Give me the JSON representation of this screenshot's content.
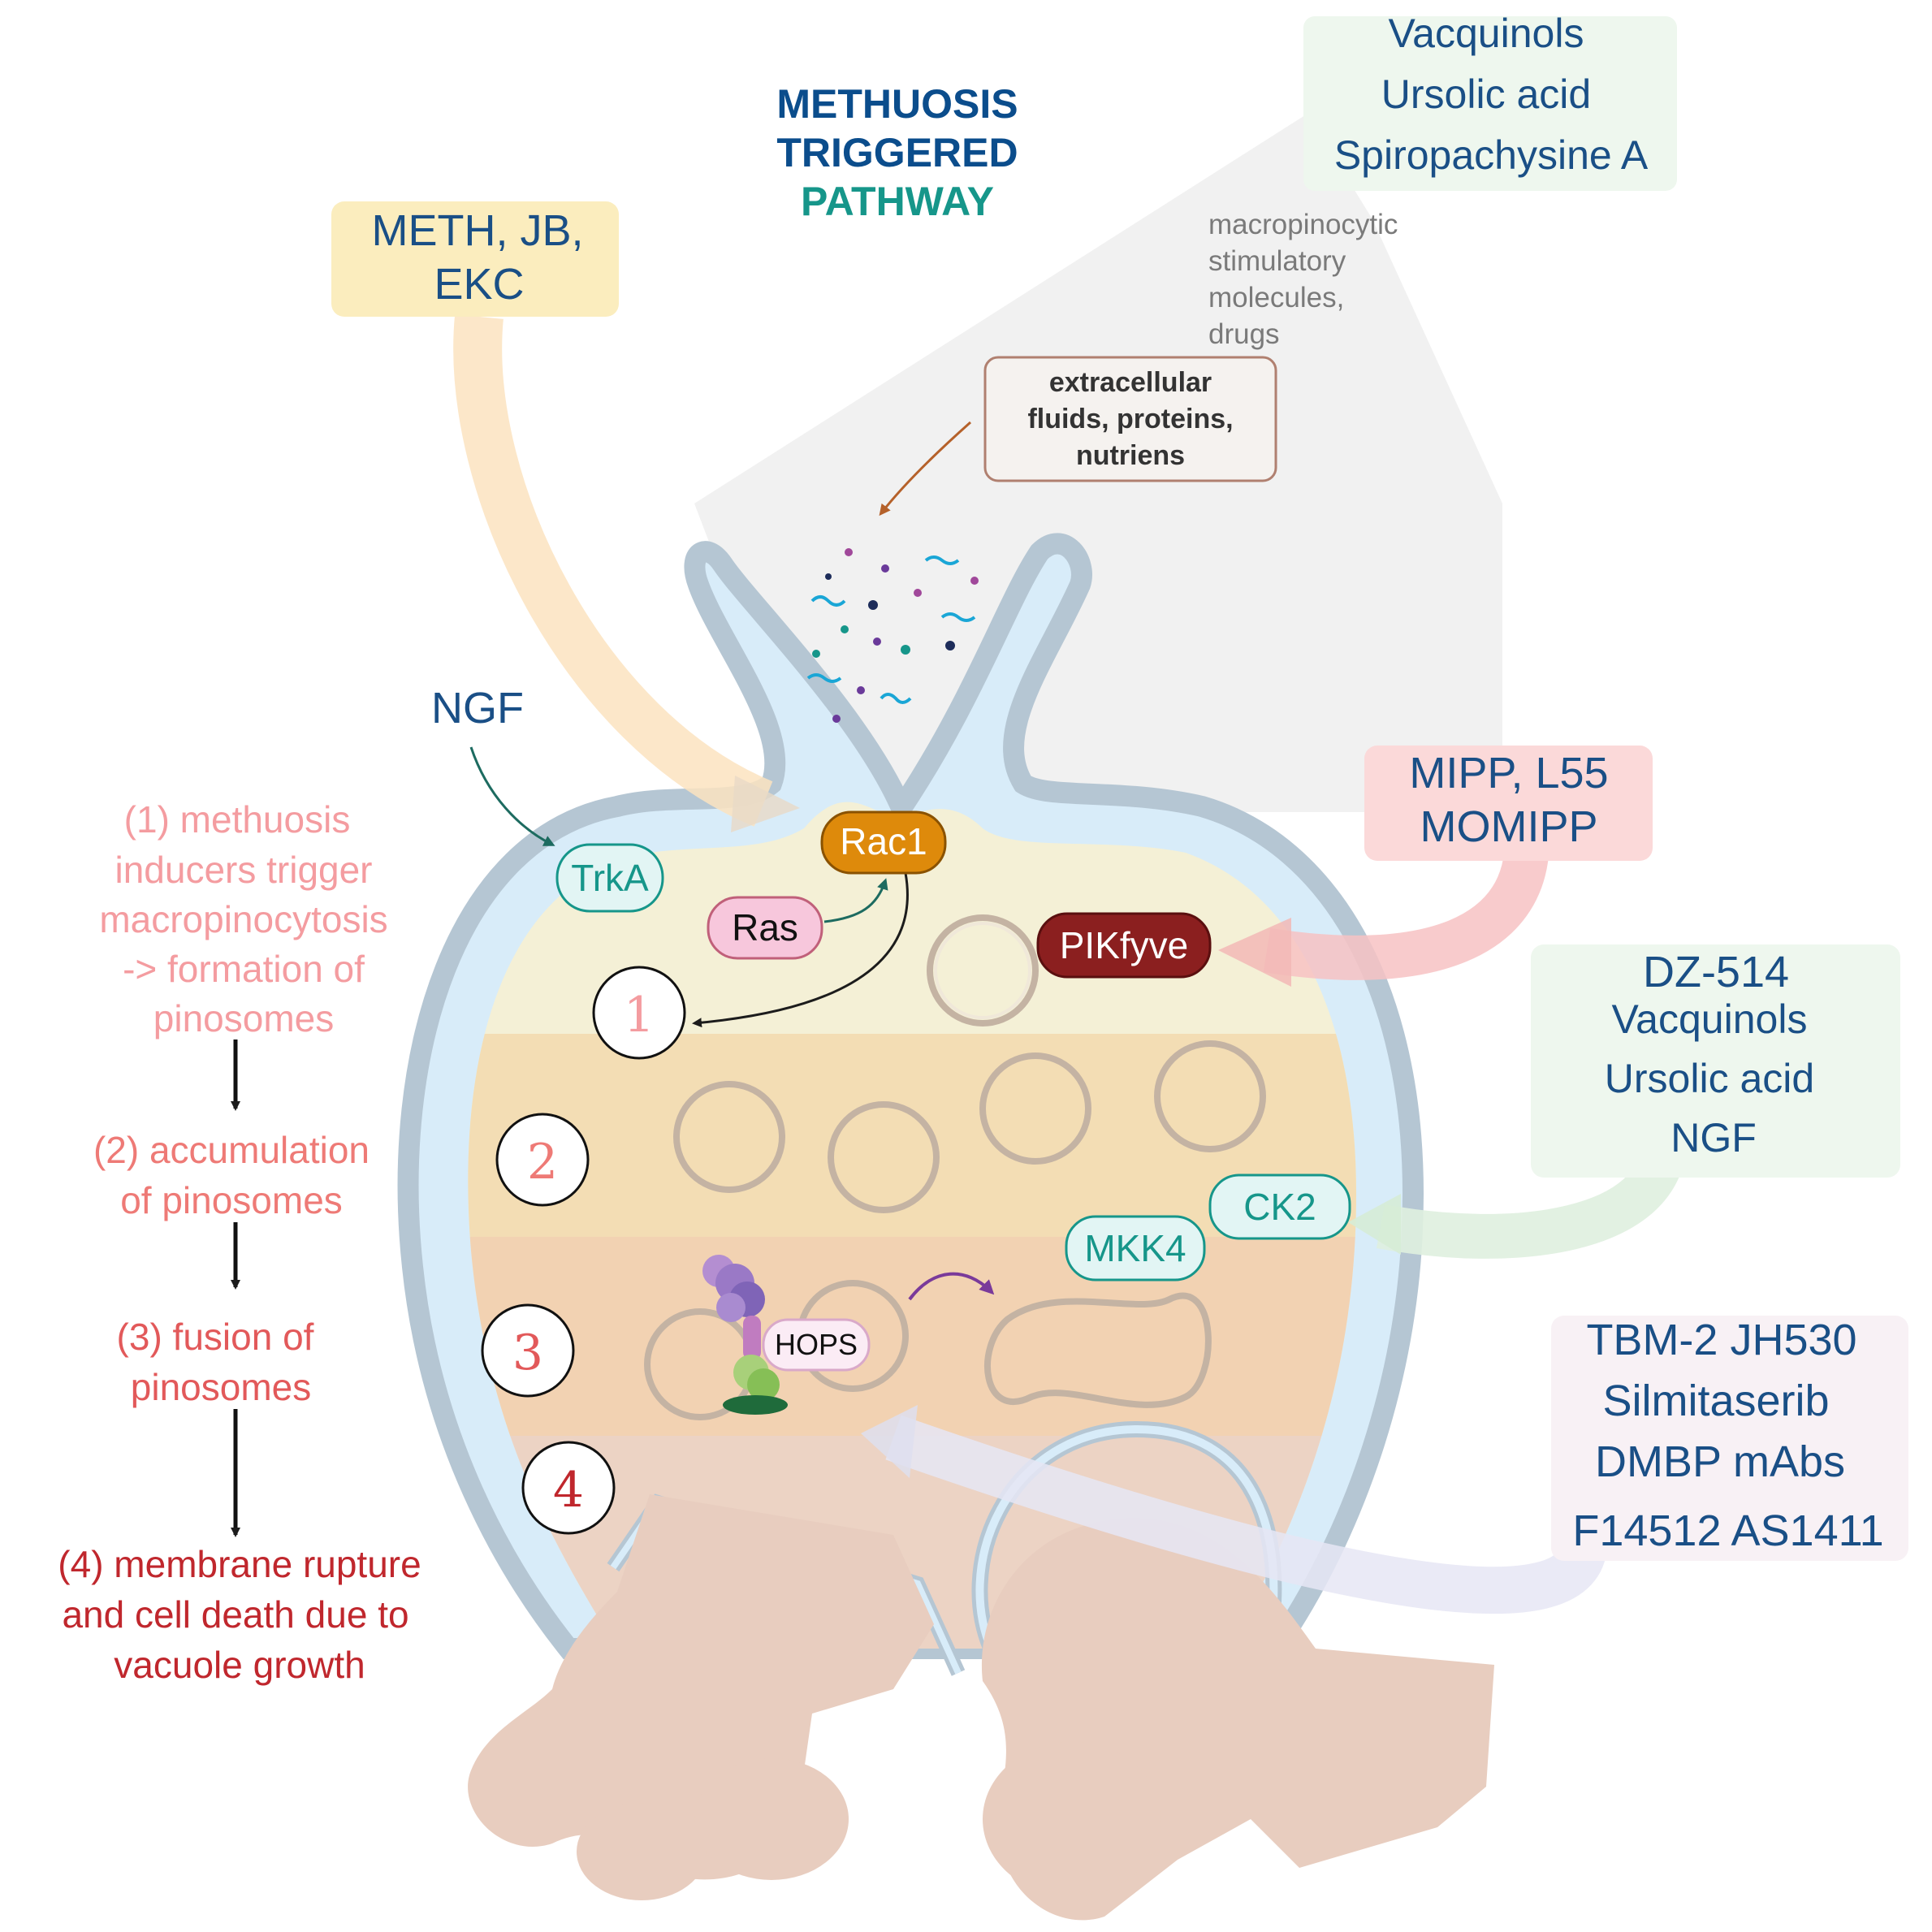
{
  "title": {
    "line1": "METHUOSIS",
    "line2": "TRIGGERED",
    "line3": "PATHWAY"
  },
  "boxes": {
    "meth": [
      "METH, JB,",
      "EKC"
    ],
    "vacq_top": [
      "Vacquinols",
      "Ursolic acid",
      "Spiropachysine A"
    ],
    "mipp": [
      "MIPP, L55",
      "MOMIPP"
    ],
    "dz": [
      "DZ-514",
      "Vacquinols",
      "Ursolic acid",
      "NGF"
    ],
    "tbm": [
      "TBM-2 JH530",
      "Silmitaserib",
      "DMBP mAbs",
      "F14512 AS1411"
    ],
    "extracellular": [
      "extracellular",
      "fluids, proteins,",
      "nutriens"
    ]
  },
  "stimulatory": [
    "macropinocytic",
    "stimulatory",
    "molecules,",
    "drugs"
  ],
  "ngf": "NGF",
  "proteins": {
    "trka": "TrkA",
    "rac1": "Rac1",
    "ras": "Ras",
    "pikfyve": "PIKfyve",
    "ck2": "CK2",
    "mkk4": "MKK4",
    "hops": "HOPS"
  },
  "step_numbers": [
    "1",
    "2",
    "3",
    "4"
  ],
  "steps": {
    "s1": [
      "(1) methuosis",
      "inducers trigger",
      "macropinocytosis",
      "-> formation of",
      "pinosomes"
    ],
    "s2": [
      "(2) accumulation",
      "of pinosomes"
    ],
    "s3": [
      "(3) fusion of",
      "pinosomes"
    ],
    "s4": [
      "(4) membrane rupture",
      "and cell death due to",
      "vacuole growth"
    ]
  },
  "colors": {
    "title_blue": "#0b4d8c",
    "title_teal": "#16968a",
    "text_blue": "#1a4f86",
    "step1": "#f49ca0",
    "step2": "#ee7a76",
    "step3": "#e2595a",
    "step4": "#c0272d",
    "membrane_outer": "#b5c6d3",
    "membrane_inner": "#d8ecf9",
    "band1": "#f4f0d6",
    "band2": "#f3ddb4",
    "band3": "#f2d2b2",
    "band4": "#eccdbb",
    "rac1": "#de8a0b",
    "pikfyve": "#8b1f1f",
    "ras": "#f7c7dc",
    "teal_pill": "#e2f5f4"
  }
}
